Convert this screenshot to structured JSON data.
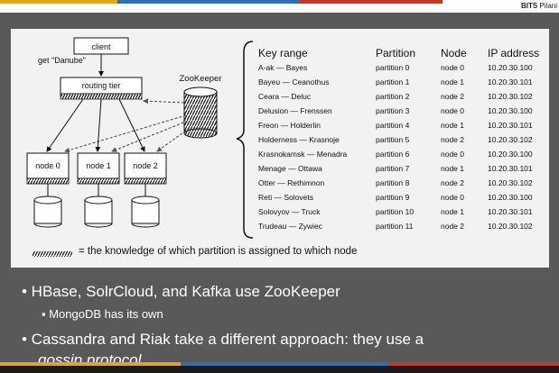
{
  "brand": {
    "bold": "BITS",
    "rest": " Pilani"
  },
  "diagram": {
    "client_label": "client",
    "request_label": "get \"Danube\"",
    "routing_label": "routing tier",
    "zookeeper_label": "ZooKeeper",
    "nodes": [
      "node 0",
      "node 1",
      "node 2"
    ],
    "legend_text": "= the knowledge of which partition is assigned to which node"
  },
  "table": {
    "headers": [
      "Key range",
      "Partition",
      "Node",
      "IP address"
    ],
    "rows": [
      [
        "A-ak — Bayes",
        "partition 0",
        "node 0",
        "10.20.30.100"
      ],
      [
        "Bayeu — Ceanothus",
        "partition 1",
        "node 1",
        "10.20.30.101"
      ],
      [
        "Ceara — Deluc",
        "partition 2",
        "node 2",
        "10.20.30.102"
      ],
      [
        "Delusion — Frenssen",
        "partition 3",
        "node 0",
        "10.20.30.100"
      ],
      [
        "Freon — Holderlin",
        "partition 4",
        "node 1",
        "10.20.30.101"
      ],
      [
        "Holderness — Krasnoje",
        "partition 5",
        "node 2",
        "10.20.30.102"
      ],
      [
        "Krasnokamsk — Menadra",
        "partition 6",
        "node 0",
        "10.20.30.100"
      ],
      [
        "Menage — Ottawa",
        "partition 7",
        "node 1",
        "10.20.30.101"
      ],
      [
        "Otter — Rethimnon",
        "partition 8",
        "node 2",
        "10.20.30.102"
      ],
      [
        "Reti — Solovets",
        "partition 9",
        "node 0",
        "10.20.30.100"
      ],
      [
        "Solovyov — Truck",
        "partition 10",
        "node 1",
        "10.20.30.101"
      ],
      [
        "Trudeau — Zywiec",
        "partition 11",
        "node 2",
        "10.20.30.102"
      ]
    ]
  },
  "bullets": {
    "b1": "• HBase, SolrCloud, and Kafka use ZooKeeper",
    "b2": "▪ MongoDB has its own",
    "b3": "• Cassandra and Riak take a different approach: they use a",
    "b4": "gossip protocol"
  },
  "colors": {
    "slide_bg": "#595959",
    "panel_bg": "#f2f2f2",
    "stripe_gold": "#e0a526",
    "stripe_blue": "#2b6fb5",
    "stripe_red": "#c0392b"
  }
}
